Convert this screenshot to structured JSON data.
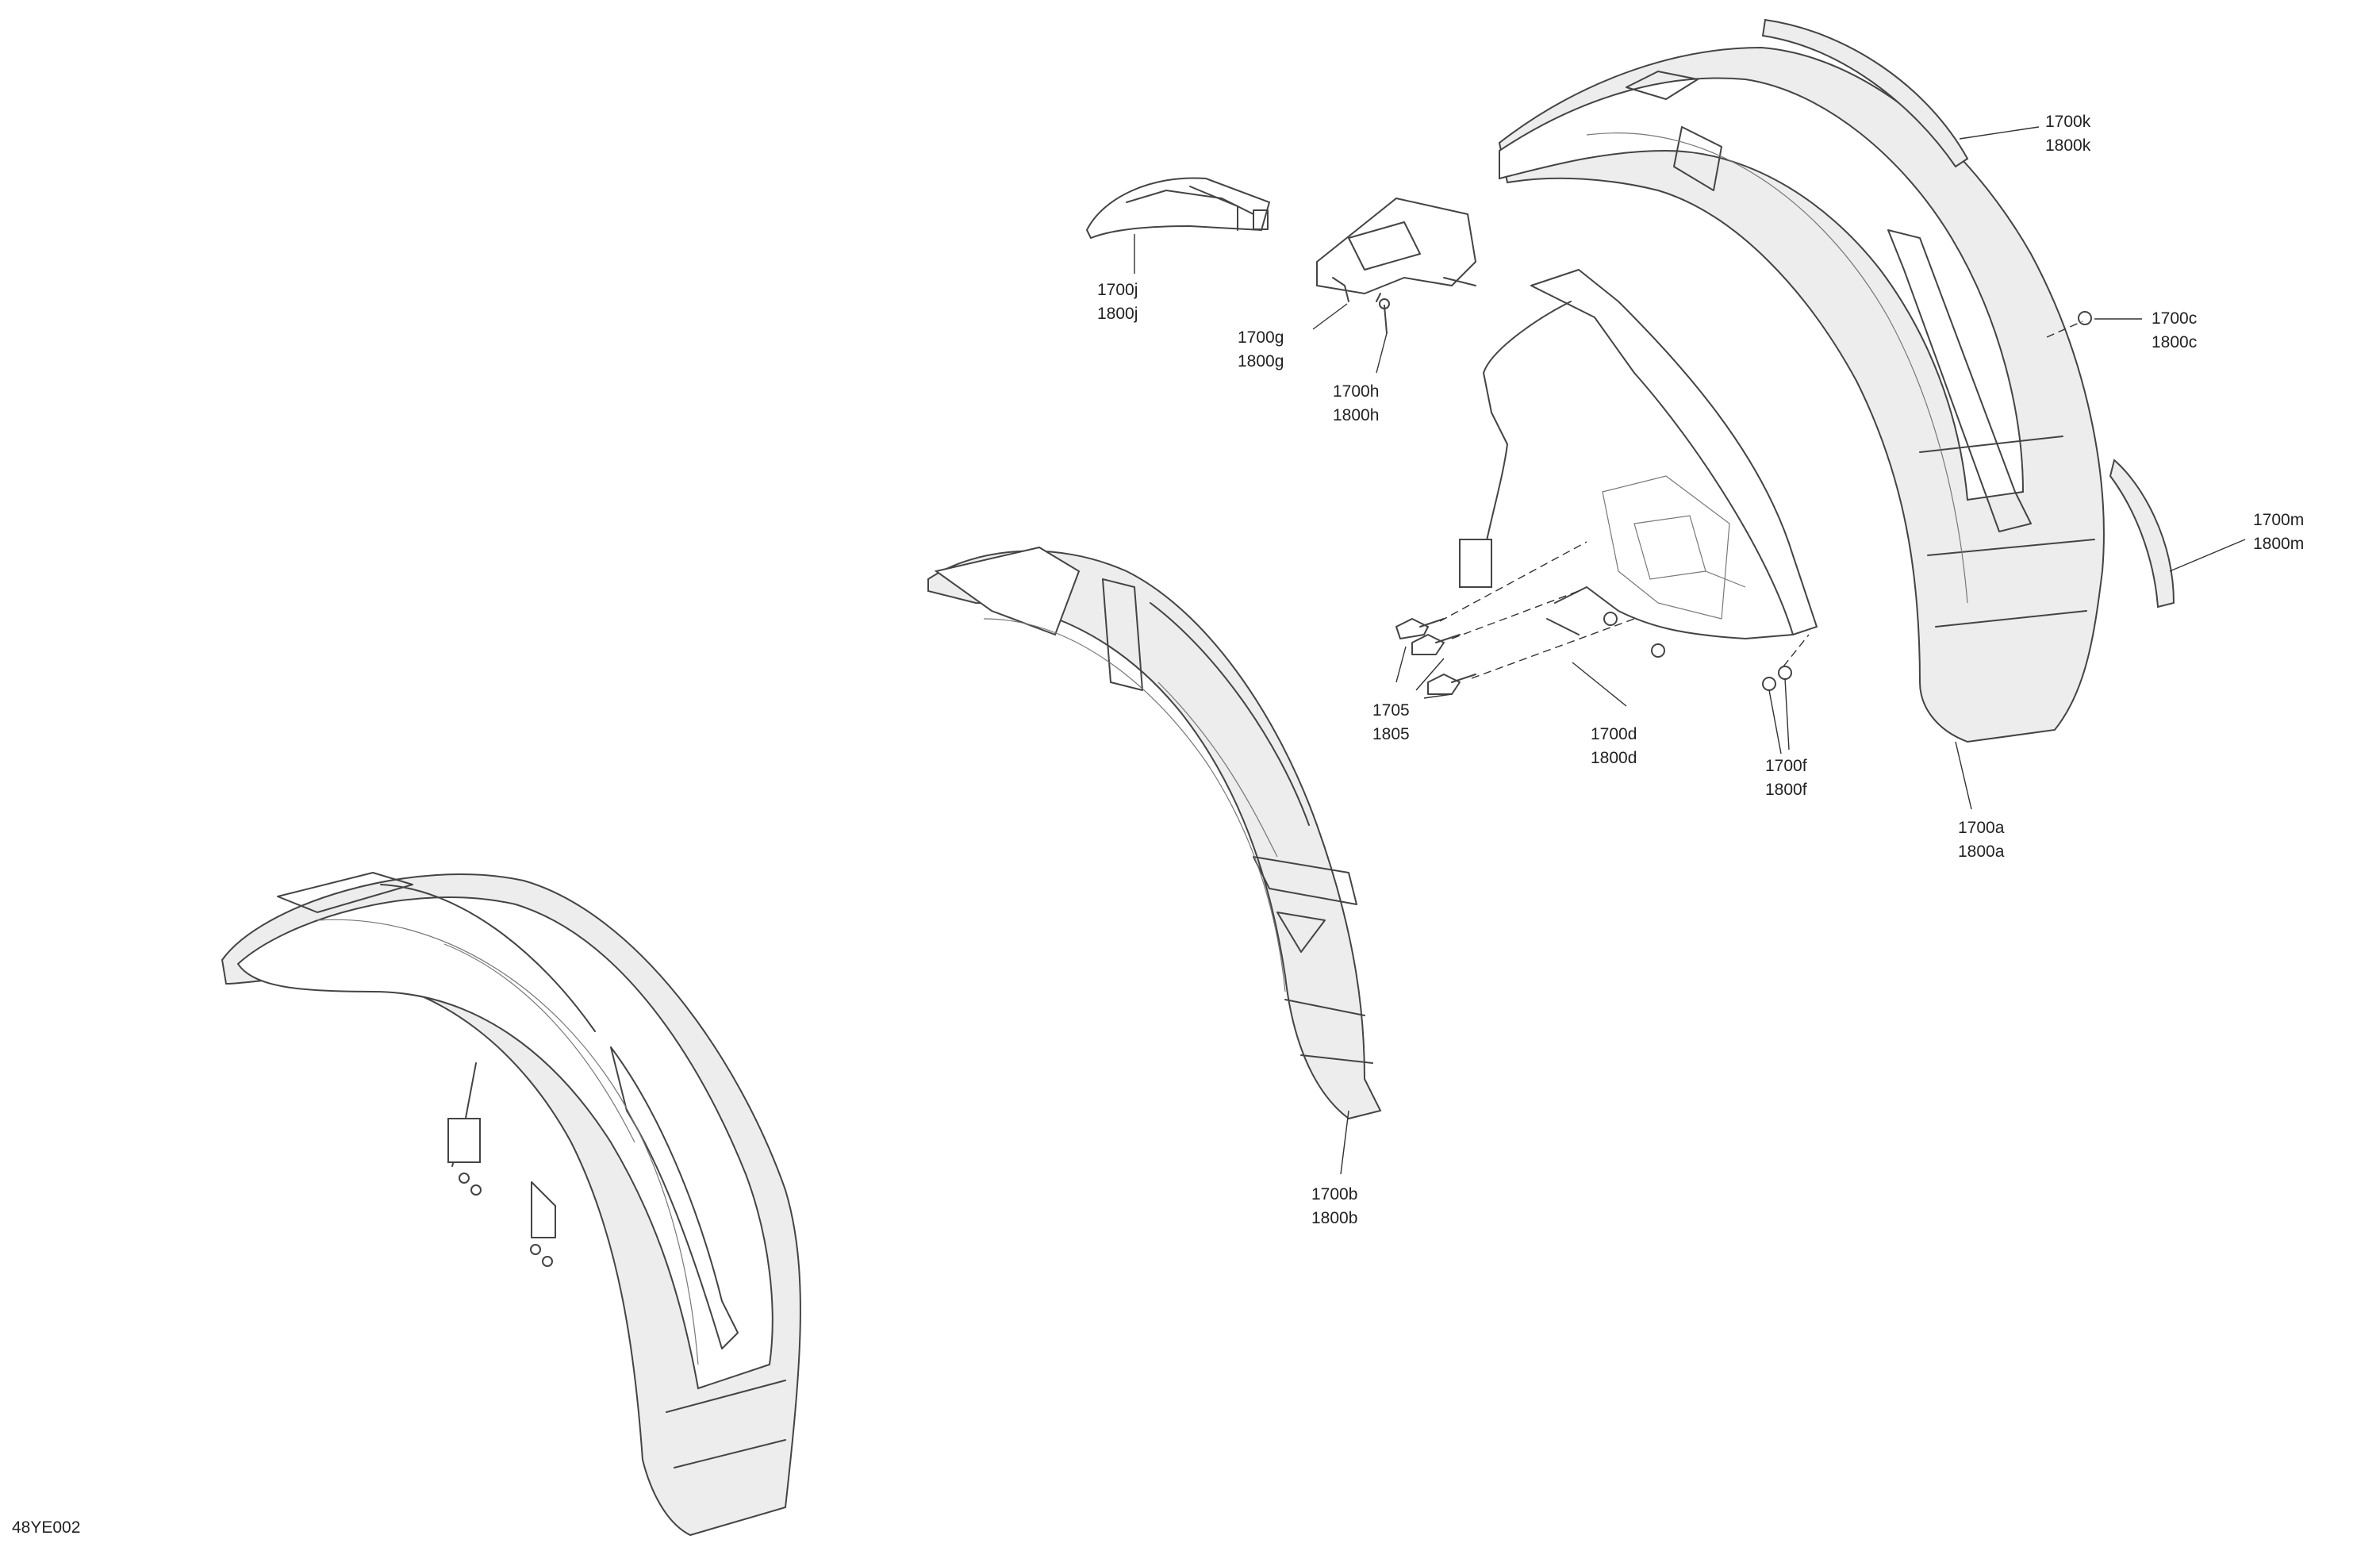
{
  "drawing": {
    "code": "48YE002"
  },
  "callouts": [
    {
      "id": "k",
      "line1": "1700k",
      "line2": "1800k"
    },
    {
      "id": "c",
      "line1": "1700c",
      "line2": "1800c"
    },
    {
      "id": "m",
      "line1": "1700m",
      "line2": "1800m"
    },
    {
      "id": "a",
      "line1": "1700a",
      "line2": "1800a"
    },
    {
      "id": "j",
      "line1": "1700j",
      "line2": "1800j"
    },
    {
      "id": "g",
      "line1": "1700g",
      "line2": "1800g"
    },
    {
      "id": "h",
      "line1": "1700h",
      "line2": "1800h"
    },
    {
      "id": "1705",
      "line1": "1705",
      "line2": "1805"
    },
    {
      "id": "d",
      "line1": "1700d",
      "line2": "1800d"
    },
    {
      "id": "f",
      "line1": "1700f",
      "line2": "1800f"
    },
    {
      "id": "b",
      "line1": "1700b",
      "line2": "1800b"
    }
  ],
  "parts": [
    {
      "id": "fender-assembled-icon"
    },
    {
      "id": "inner-liner-icon"
    },
    {
      "id": "outer-fender-icon"
    },
    {
      "id": "mounting-bracket-icon"
    },
    {
      "id": "fender-light-icon"
    },
    {
      "id": "connector-cover-icon"
    },
    {
      "id": "trim-strip-icon"
    },
    {
      "id": "reflector-icon"
    }
  ]
}
